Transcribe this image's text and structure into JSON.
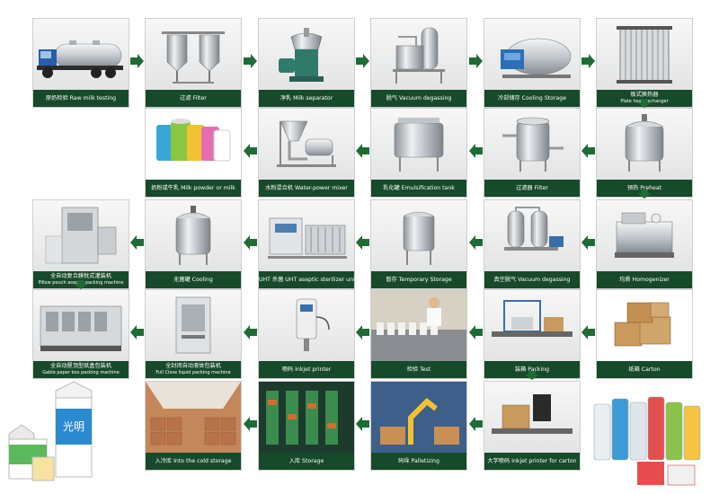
{
  "colors": {
    "caption_bg": "#174a2a",
    "arrow": "#1f6b36",
    "steel": "#b9bec4",
    "dark_steel": "#6e747a"
  },
  "steps": [
    {
      "id": "raw-milk",
      "label": "原奶检验 Raw milk testing",
      "icon": "tanker-truck-icon"
    },
    {
      "id": "filter-1",
      "label": "过滤 Filter",
      "icon": "twin-filter-icon"
    },
    {
      "id": "separator",
      "label": "净乳 Milk separator",
      "icon": "separator-icon"
    },
    {
      "id": "vacuum-degassing-1",
      "label": "脱气 Vacuum degassing",
      "icon": "degasser-icon"
    },
    {
      "id": "cooling-storage",
      "label": "冷却储存 Cooling Storage",
      "icon": "cooling-tank-icon"
    },
    {
      "id": "plate-exchanger",
      "label": "板式换热器",
      "label2": "Plate heat exchanger",
      "icon": "plate-exchanger-icon"
    },
    {
      "id": "milk-powder",
      "label": "奶粉或牛乳 Milk powder or milk",
      "icon": "milk-powder-cans-icon"
    },
    {
      "id": "powder-mixer",
      "label": "水粉混合机 Water-power mixer",
      "icon": "powder-mixer-icon"
    },
    {
      "id": "emulsification",
      "label": "乳化罐 Emulsification tank",
      "icon": "emulsification-tank-icon"
    },
    {
      "id": "filter-2",
      "label": "过滤器 Filter",
      "icon": "filter-vessel-icon"
    },
    {
      "id": "preheat",
      "label": "预热 Preheat",
      "icon": "preheat-tank-icon"
    },
    {
      "id": "pillow-pouch",
      "label": "全自动复合膜枕式灌装机",
      "label2": "Pillow pouch aseptic packing machine",
      "icon": "pouch-machine-icon"
    },
    {
      "id": "cooling",
      "label": "无菌罐 Cooling",
      "icon": "aseptic-tank-icon"
    },
    {
      "id": "uht",
      "label": "UHT 杀菌 UHT aseptic sterilizer unit",
      "icon": "uht-unit-icon"
    },
    {
      "id": "temp-storage",
      "label": "暂存 Temporary Storage",
      "icon": "storage-tank-icon"
    },
    {
      "id": "vacuum-degassing-2",
      "label": "真空脱气 Vacuum degassing",
      "icon": "vacuum-degasser-icon"
    },
    {
      "id": "homogenizer",
      "label": "均质 Homogenizer",
      "icon": "homogenizer-icon"
    },
    {
      "id": "gable-box",
      "label": "全自动屋顶型纸盒包装机",
      "label2": "Gable paper box packing machine",
      "icon": "gable-machine-icon"
    },
    {
      "id": "full-close",
      "label": "全封闭自动液体包装机",
      "label2": "Full Close liquid packing machine",
      "icon": "liquid-packer-icon"
    },
    {
      "id": "inkjet-1",
      "label": "喷码 Inkjet printer",
      "icon": "inkjet-printer-icon"
    },
    {
      "id": "test",
      "label": "检验 Test",
      "icon": "inspection-line-icon"
    },
    {
      "id": "packing",
      "label": "装箱 Packing",
      "icon": "case-packer-icon"
    },
    {
      "id": "carton",
      "label": "纸箱 Carton",
      "icon": "carton-boxes-icon"
    },
    {
      "id": "cold-storage",
      "label": "入冷库 Into the cold storage",
      "icon": "cold-storage-icon"
    },
    {
      "id": "storage",
      "label": "入库 Storage",
      "icon": "warehouse-icon"
    },
    {
      "id": "palletizing",
      "label": "码垛 Palletizing",
      "icon": "palletizer-icon"
    },
    {
      "id": "inkjet-carton",
      "label": "大字喷码 Inkjet printer for carton",
      "icon": "carton-printer-icon"
    }
  ],
  "products": {
    "left": "milk-carton-products-icon",
    "right": "milk-pouch-rolls-icon",
    "carton_text": "光明"
  }
}
